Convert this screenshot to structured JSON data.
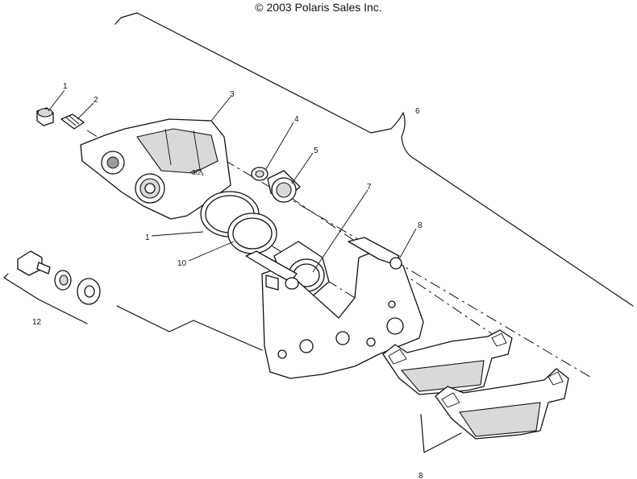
{
  "copyright": "© 2003 Polaris Sales Inc.",
  "callouts": [
    {
      "id": "1",
      "text": "1"
    },
    {
      "id": "2",
      "text": "2"
    },
    {
      "id": "3",
      "text": "3"
    },
    {
      "id": "4",
      "text": "4"
    },
    {
      "id": "5",
      "text": "5"
    },
    {
      "id": "6",
      "text": "6"
    },
    {
      "id": "7",
      "text": "7"
    },
    {
      "id": "8a",
      "text": "8"
    },
    {
      "id": "8b",
      "text": "8"
    },
    {
      "id": "10",
      "text": "10"
    },
    {
      "id": "11",
      "text": "1"
    },
    {
      "id": "12",
      "text": "12"
    }
  ]
}
